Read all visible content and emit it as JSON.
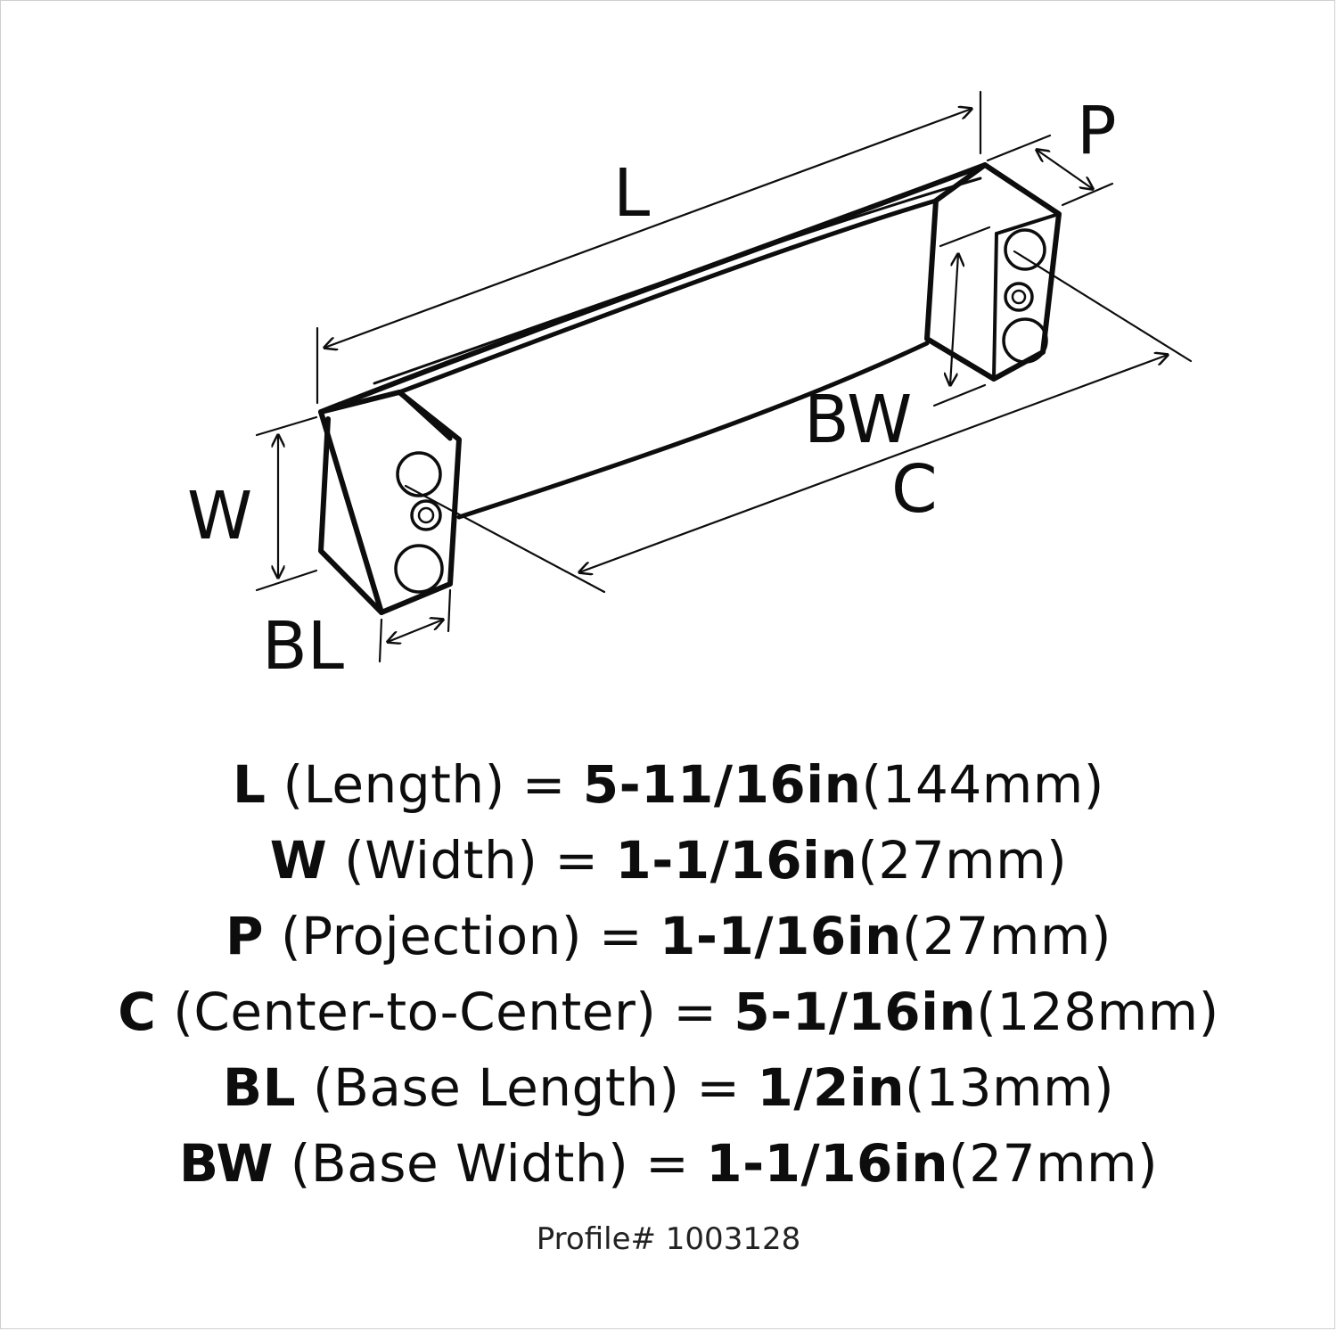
{
  "diagram": {
    "labels": {
      "L": "L",
      "P": "P",
      "W": "W",
      "BL": "BL",
      "BW": "BW",
      "C": "C"
    }
  },
  "specs": [
    {
      "key": "L",
      "desc": "(Length)",
      "eq": "=",
      "imperial": "5-11/16in",
      "metric": "(144mm)"
    },
    {
      "key": "W",
      "desc": "(Width)",
      "eq": "=",
      "imperial": "1-1/16in",
      "metric": "(27mm)"
    },
    {
      "key": "P",
      "desc": "(Projection)",
      "eq": "=",
      "imperial": "1-1/16in",
      "metric": "(27mm)"
    },
    {
      "key": "C",
      "desc": "(Center-to-Center)",
      "eq": "=",
      "imperial": "5-1/16in",
      "metric": "(128mm)"
    },
    {
      "key": "BL",
      "desc": "(Base Length)",
      "eq": "=",
      "imperial": "1/2in",
      "metric": "(13mm)"
    },
    {
      "key": "BW",
      "desc": "(Base Width)",
      "eq": "=",
      "imperial": "1-1/16in",
      "metric": "(27mm)"
    }
  ],
  "profile": "Profile# 1003128"
}
